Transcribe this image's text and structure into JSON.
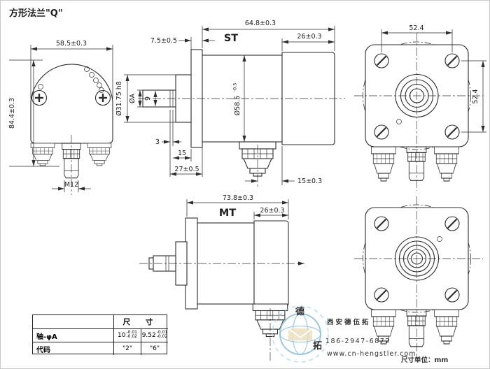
{
  "title": "方形法兰\"Q\"",
  "views": {
    "front": {
      "width": "58.5±0.3",
      "height": "84.4±0.3",
      "connector": "M12"
    },
    "st": {
      "label": "ST",
      "length": "64.8±0.3",
      "rear_cap": "26±0.3",
      "flange_offset": "7.5±0.5",
      "pilot": "Ø31.75 h8",
      "shaft": "ØA",
      "shaft_step": "9",
      "body": "Ø58.5",
      "body_tol": "-0.5",
      "groove": "3",
      "groove_pos": "15",
      "shaft_len": "27±0.5",
      "gland_pos": "15±0.3"
    },
    "mt": {
      "label": "MT",
      "length": "73.8±0.3",
      "rear_cap": "26±0.3"
    },
    "rear": {
      "hole_spacing_h": "52.4",
      "hole_spacing_v": "52.4"
    }
  },
  "table": {
    "size_header": "尺 寸",
    "row_shaft": {
      "label": "轴-φA",
      "d1": {
        "base": "10",
        "upper": "-0.01",
        "lower": "-0.02"
      },
      "d2": {
        "base": "9.52",
        "upper": "-0.01",
        "lower": "-0.02"
      }
    },
    "row_code": {
      "label": "代码",
      "c1": "\"2\"",
      "c2": "\"6\""
    }
  },
  "watermark": {
    "company": "西安德伍拓",
    "phone": "186-2947-6872",
    "website": "www.cn-hengstler.com",
    "unit": "尺寸单位：mm",
    "logo_char_top": "德",
    "logo_char_bottom": "拓",
    "color_green": "#5cb360",
    "color_blue": "#76ace0",
    "color_gray": "#9d9d9d"
  }
}
